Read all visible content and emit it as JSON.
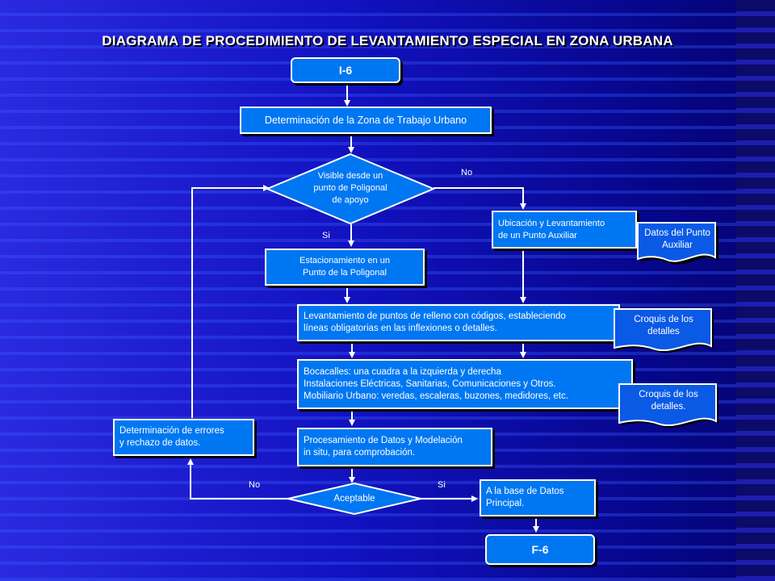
{
  "title": "DIAGRAMA DE PROCEDIMIENTO DE LEVANTAMIENTO ESPECIAL EN ZONA URBANA",
  "nodes": {
    "start": "I-6",
    "determinacion_zona": "Determinación de la Zona de Trabajo Urbano",
    "decision_visible": [
      "Visible desde un",
      "punto de Poligonal",
      "de  apoyo"
    ],
    "ubicacion_auxiliar": [
      "Ubicación y  Levantamiento",
      "de un Punto Auxiliar"
    ],
    "datos_punto_auxiliar": [
      "Datos del Punto",
      "Auxiliar"
    ],
    "estacionamiento": [
      "Estacionamiento en un",
      "Punto de la Poligonal"
    ],
    "levantamiento_relleno": [
      "Levantamiento de puntos de relleno con códigos, estableciendo",
      "líneas obligatorias en las inflexiones o detalles."
    ],
    "croquis_1": [
      "Croquis de los",
      "detalles"
    ],
    "bocacalles": [
      "Bocacalles: una cuadra a la izquierda y derecha",
      "Instalaciones Eléctricas, Sanitarias, Comunicaciones y Otros.",
      "Mobiliario Urbano: veredas, escaleras, buzones, medidores, etc."
    ],
    "croquis_2": [
      "Croquis de los",
      "detalles."
    ],
    "procesamiento": [
      "Procesamiento de Datos y Modelación",
      "in situ, para comprobación."
    ],
    "determinacion_errores": [
      "Determinación de errores",
      "y rechazo de datos."
    ],
    "decision_aceptable": "Aceptable",
    "base_datos": [
      "A la base de Datos",
      "Principal."
    ],
    "end": "F-6"
  },
  "edge_labels": {
    "visible_no": "No",
    "visible_si": "Si",
    "aceptable_no": "No",
    "aceptable_si": "Si"
  },
  "colors": {
    "box_fill": "#0077f2",
    "border": "#ffffff",
    "doc_fill": "#0a5ae6"
  }
}
